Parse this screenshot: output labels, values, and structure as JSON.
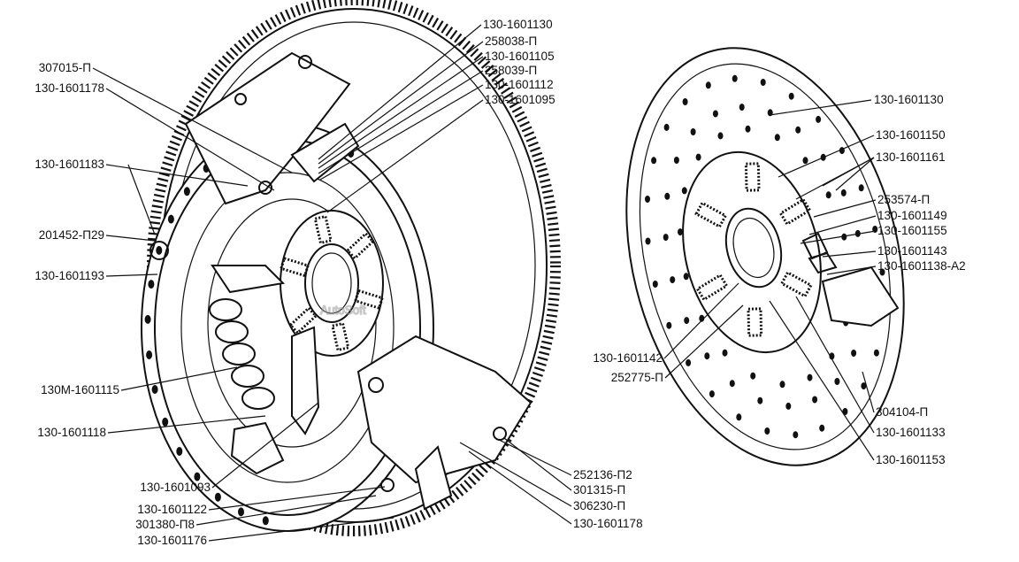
{
  "watermark": "AutoSoft",
  "left_assembly": {
    "callouts_left": [
      "307015-П",
      "130-1601178",
      "130-1601183",
      "201452-П29",
      "130-1601193",
      "130М-1601115",
      "130-1601118",
      "130-1601093",
      "130-1601122",
      "301380-П8",
      "130-1601176"
    ],
    "callouts_top_right": [
      "130-1601130",
      "258038-П",
      "130-1601105",
      "258039-П",
      "130-1601112",
      "130-1601095"
    ],
    "callouts_bottom_right": [
      "252136-П2",
      "301315-П",
      "306230-П",
      "130-1601178"
    ]
  },
  "clutch_disc": {
    "callouts_right": [
      "130-1601130",
      "130-1601150",
      "130-1601161",
      "253574-П",
      "130-1601149",
      "130-1601155",
      "130-1601143",
      "130-1601138-А2",
      "304104-П",
      "130-1601133",
      "130-1601153"
    ],
    "callouts_left": [
      "130-1601142",
      "252775-П"
    ]
  }
}
